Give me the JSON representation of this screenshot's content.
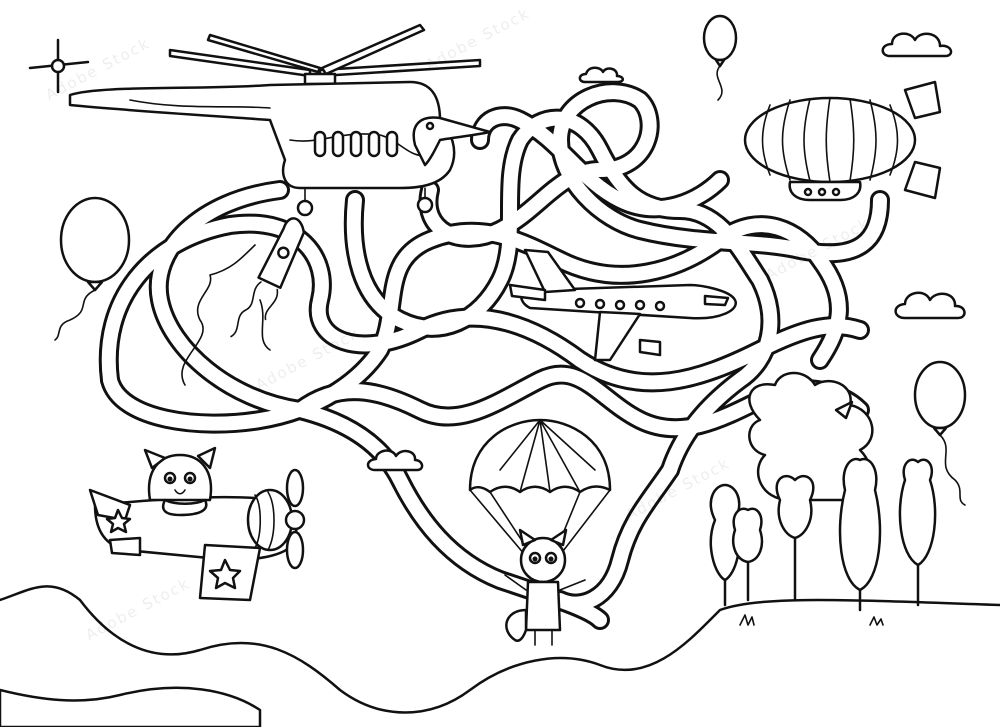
{
  "stock_id": "377893982",
  "scene": {
    "line_color": "#111111",
    "background": "#ffffff",
    "characters": [
      "pelican-in-helicopter",
      "cat-pilot",
      "raccoon-parachutist"
    ],
    "vehicles": [
      "helicopter",
      "airship",
      "airplane",
      "propeller-plane",
      "parachute",
      "rocket"
    ],
    "icons": [
      "balloon-icon",
      "cloud-icon",
      "star-icon",
      "tree-icon",
      "bush-icon"
    ]
  }
}
